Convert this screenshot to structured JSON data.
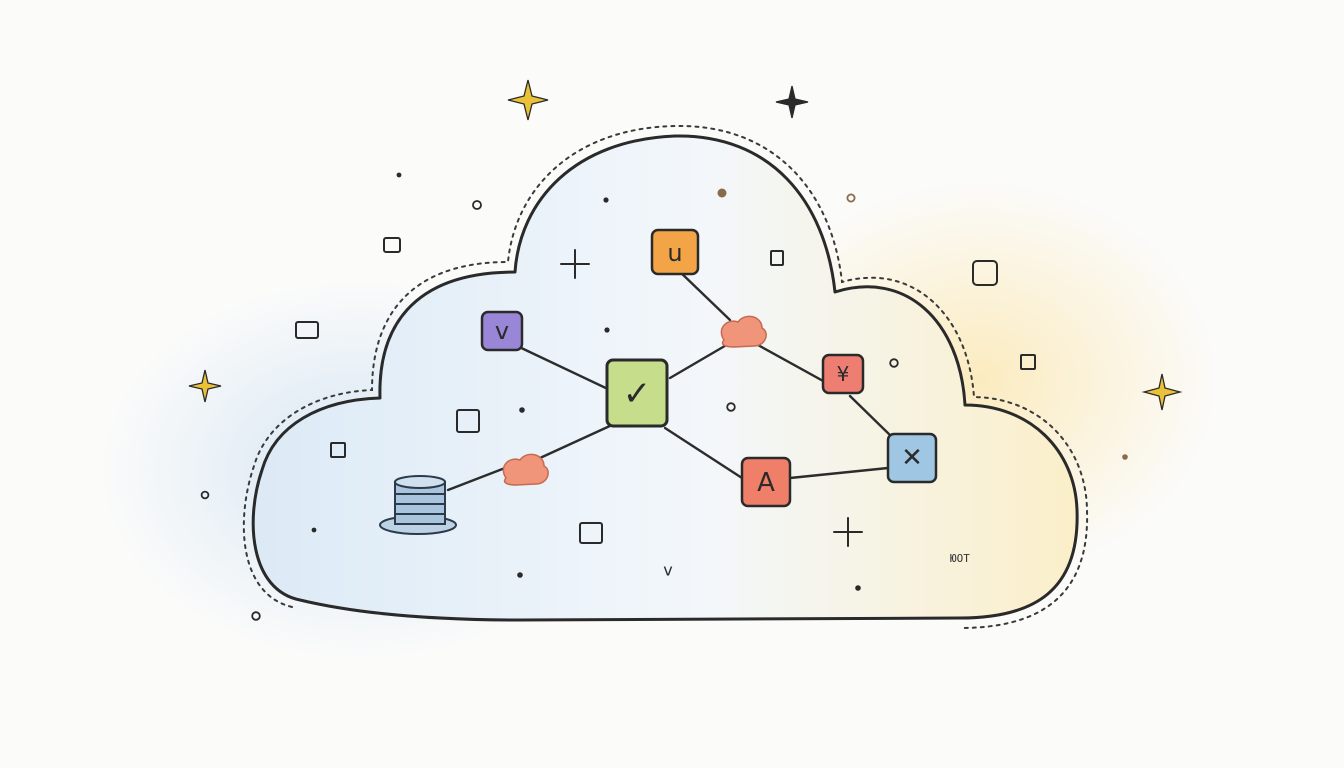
{
  "illustration": {
    "subject": "cloud-network-sketch",
    "colors": {
      "ink": "#2a2a2a",
      "cloud_fill_left": "#dceaf6",
      "cloud_fill_right": "#fbefc9",
      "edge_ink": "#2c2c2c",
      "hub_fill": "#f0957a",
      "sparkle": "#e9c23a"
    },
    "nodes": {
      "u": {
        "label": "u",
        "fill": "#f3a447"
      },
      "v": {
        "label": "v",
        "fill": "#9a86d6"
      },
      "check": {
        "label": "✓",
        "fill": "#c6dd8c"
      },
      "yen": {
        "label": "¥",
        "fill": "#ee7d72"
      },
      "a": {
        "label": "A",
        "fill": "#f07f6a"
      },
      "x": {
        "label": "✕",
        "fill": "#9fc6e3"
      }
    },
    "scribbles": {
      "bottom_v": "v",
      "bottom_right": "ЮОТ"
    }
  }
}
